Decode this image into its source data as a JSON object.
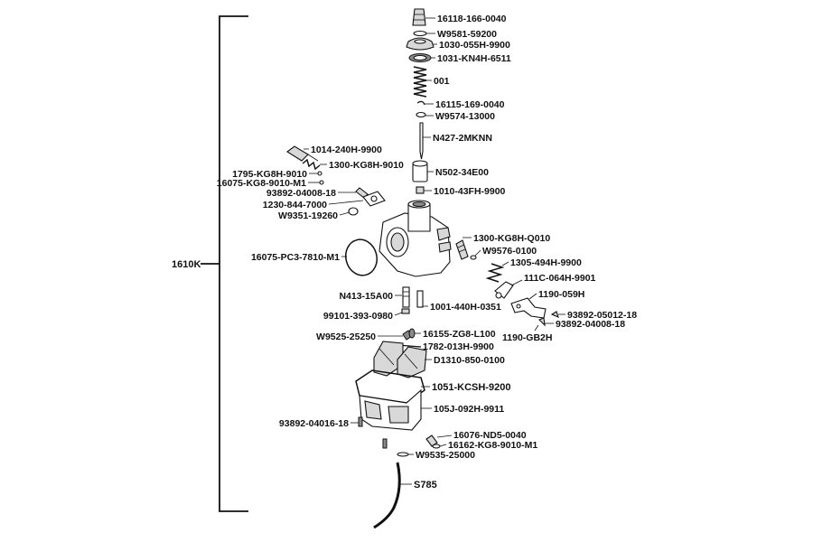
{
  "assembly": {
    "label": "1610K"
  },
  "callouts": [
    {
      "id": "needle-cap",
      "label": "16118-166-0040"
    },
    {
      "id": "cap-washer",
      "label": "W9581-59200"
    },
    {
      "id": "top-cover",
      "label": "1030-055H-9900"
    },
    {
      "id": "top-gasket",
      "label": "1031-KN4H-6511"
    },
    {
      "id": "spring",
      "label": "001"
    },
    {
      "id": "clip",
      "label": "16115-169-0040"
    },
    {
      "id": "e-ring",
      "label": "W9574-13000"
    },
    {
      "id": "jet-needle",
      "label": "N427-2MKNN"
    },
    {
      "id": "throttle-valve",
      "label": "N502-34E00"
    },
    {
      "id": "valve-nut",
      "label": "1010-43FH-9900"
    },
    {
      "id": "choke-screw",
      "label": "1014-240H-9900"
    },
    {
      "id": "choke-spring",
      "label": "1300-KG8H-9010"
    },
    {
      "id": "o-ring-small",
      "label": "1795-KG8H-9010"
    },
    {
      "id": "o-ring-small-2",
      "label": "16075-KG8-9010-M1"
    },
    {
      "id": "screw-top",
      "label": "93892-04008-18"
    },
    {
      "id": "insulator",
      "label": "1230-844-7000"
    },
    {
      "id": "insulator-ring",
      "label": "W9351-19260"
    },
    {
      "id": "o-ring-large",
      "label": "16075-PC3-7810-M1"
    },
    {
      "id": "air-screw",
      "label": "1300-KG8H-Q010"
    },
    {
      "id": "air-screw-washer",
      "label": "W9576-0100"
    },
    {
      "id": "throttle-spring",
      "label": "1305-494H-9900"
    },
    {
      "id": "lever",
      "label": "111C-064H-9901"
    },
    {
      "id": "bracket",
      "label": "1190-059H"
    },
    {
      "id": "bracket-screw",
      "label": "93892-05012-18"
    },
    {
      "id": "bracket-screw-2",
      "label": "93892-04008-18"
    },
    {
      "id": "bracket-plate",
      "label": "1190-GB2H"
    },
    {
      "id": "main-jet-holder",
      "label": "N413-15A00"
    },
    {
      "id": "needle-jet",
      "label": "1001-440H-0351"
    },
    {
      "id": "jet-washer",
      "label": "99101-393-0980"
    },
    {
      "id": "float-pin-clip",
      "label": "W9525-25250"
    },
    {
      "id": "float-valve",
      "label": "16155-ZG8-L100"
    },
    {
      "id": "float-pin",
      "label": "1782-013H-9900"
    },
    {
      "id": "float",
      "label": "D1310-850-0100"
    },
    {
      "id": "bowl-gasket",
      "label": "1051-KCSH-9200"
    },
    {
      "id": "float-bowl",
      "label": "105J-092H-9911"
    },
    {
      "id": "bowl-screw",
      "label": "93892-04016-18"
    },
    {
      "id": "drain-screw",
      "label": "16076-ND5-0040"
    },
    {
      "id": "drain-o-ring",
      "label": "16162-KG8-9010-M1"
    },
    {
      "id": "drain-clip",
      "label": "W9535-25000"
    },
    {
      "id": "drain-tube",
      "label": "S785"
    }
  ]
}
